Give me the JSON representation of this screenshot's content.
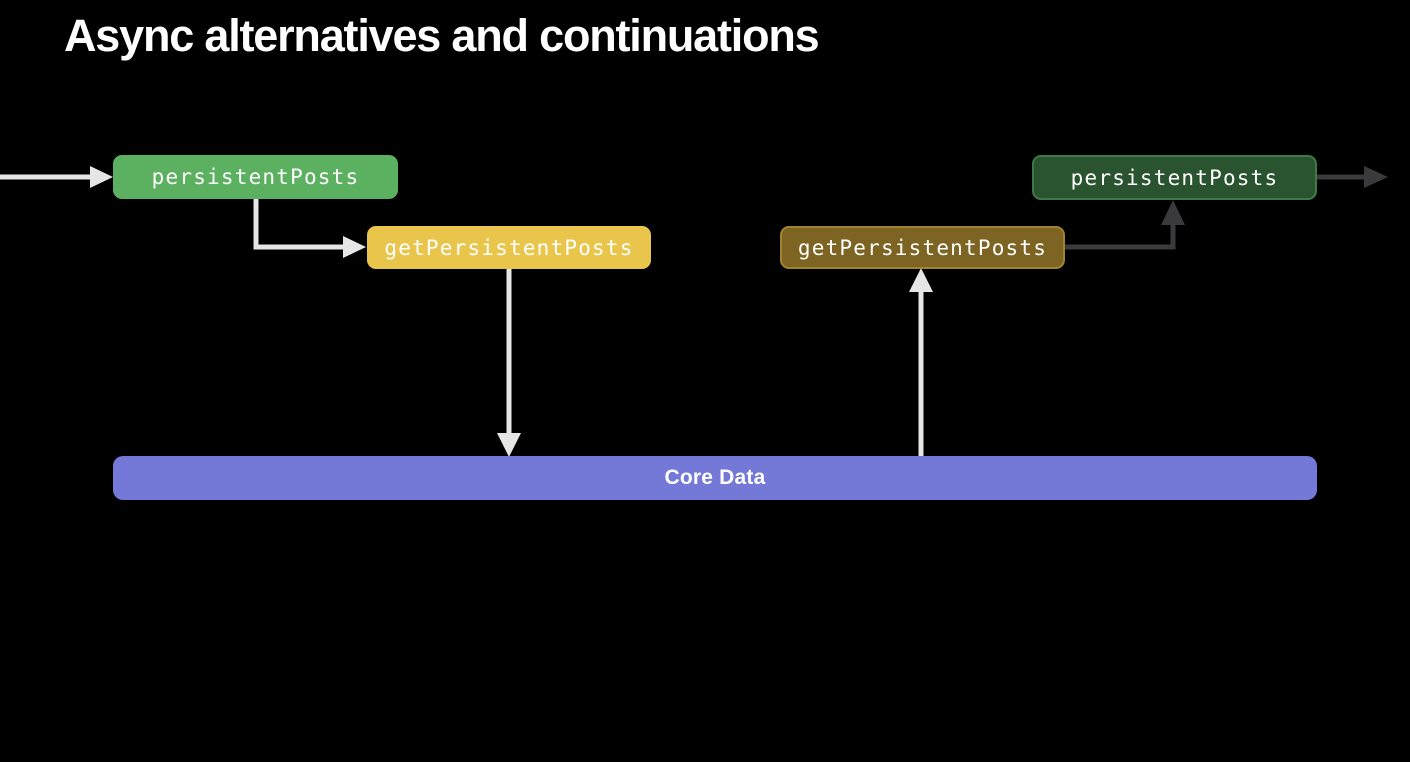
{
  "slide": {
    "title": "Async alternatives and continuations",
    "background_color": "#000000",
    "title_color": "#ffffff"
  },
  "diagram": {
    "nodes": [
      {
        "id": "persistent-posts-left",
        "label": "persistentPosts",
        "fill": "#5cb161",
        "text_color": "#ffffff"
      },
      {
        "id": "get-persistent-posts-left",
        "label": "getPersistentPosts",
        "fill": "#e9c64b",
        "text_color": "#ffffff"
      },
      {
        "id": "get-persistent-posts-right",
        "label": "getPersistentPosts",
        "fill": "#7d6423",
        "border_color": "#a2842e",
        "text_color": "#ffffff"
      },
      {
        "id": "persistent-posts-right",
        "label": "persistentPosts",
        "fill": "#2a5430",
        "border_color": "#3e7a43",
        "text_color": "#ffffff"
      },
      {
        "id": "core-data",
        "label": "Core Data",
        "fill": "#7478d6",
        "text_color": "#ffffff"
      }
    ],
    "arrows": [
      {
        "id": "entry-arrow",
        "from": "screen-left-edge",
        "to": "persistent-posts-left",
        "color": "#e6e6e6",
        "shape": "straight-right"
      },
      {
        "id": "elbow-to-get-left",
        "from": "persistent-posts-left",
        "to": "get-persistent-posts-left",
        "color": "#e6e6e6",
        "shape": "elbow-down-right"
      },
      {
        "id": "down-to-core-data",
        "from": "get-persistent-posts-left",
        "to": "core-data",
        "color": "#e6e6e6",
        "shape": "straight-down"
      },
      {
        "id": "up-from-core-data",
        "from": "core-data",
        "to": "get-persistent-posts-right",
        "color": "#e6e6e6",
        "shape": "straight-up"
      },
      {
        "id": "elbow-to-persistent-right",
        "from": "get-persistent-posts-right",
        "to": "persistent-posts-right",
        "color": "#3a3a3c",
        "shape": "elbow-right-up"
      },
      {
        "id": "exit-arrow",
        "from": "persistent-posts-right",
        "to": "screen-right-edge",
        "color": "#3a3a3c",
        "shape": "straight-right"
      }
    ]
  }
}
